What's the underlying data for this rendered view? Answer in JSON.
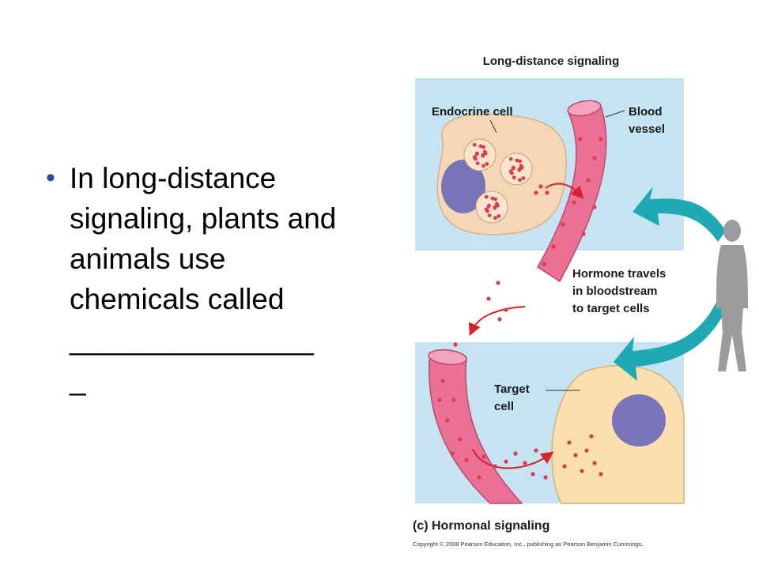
{
  "slide": {
    "bullet_lines": [
      "In long-distance",
      "signaling, plants and",
      "animals use",
      "chemicals called",
      "_______________",
      "_"
    ]
  },
  "figure": {
    "title": "Long-distance signaling",
    "labels": {
      "endocrine_cell": "Endocrine cell",
      "blood_vessel_1": "Blood",
      "blood_vessel_2": "vessel",
      "hormone_1": "Hormone travels",
      "hormone_2": "in bloodstream",
      "hormone_3": "to target cells",
      "target_cell_1": "Target",
      "target_cell_2": "cell"
    },
    "caption": "(c) Hormonal signaling",
    "copyright": "Copyright © 2008 Pearson Education, Inc., publishing as Pearson Benjamin Cummings."
  },
  "colors": {
    "panel": "#c5e3f0",
    "vessel": "#ec6f95",
    "hormone": "#dc3c4c",
    "endocrine_cell": "#f5d6b5",
    "target_cell": "#fbdfae",
    "nucleus": "#7a73b8",
    "arrow_teal": "#1fa9b4",
    "arrow_red": "#d8232a",
    "human": "#9c9c9e",
    "bullet": "#1f53a8"
  },
  "icons": [
    "human-silhouette-icon"
  ]
}
